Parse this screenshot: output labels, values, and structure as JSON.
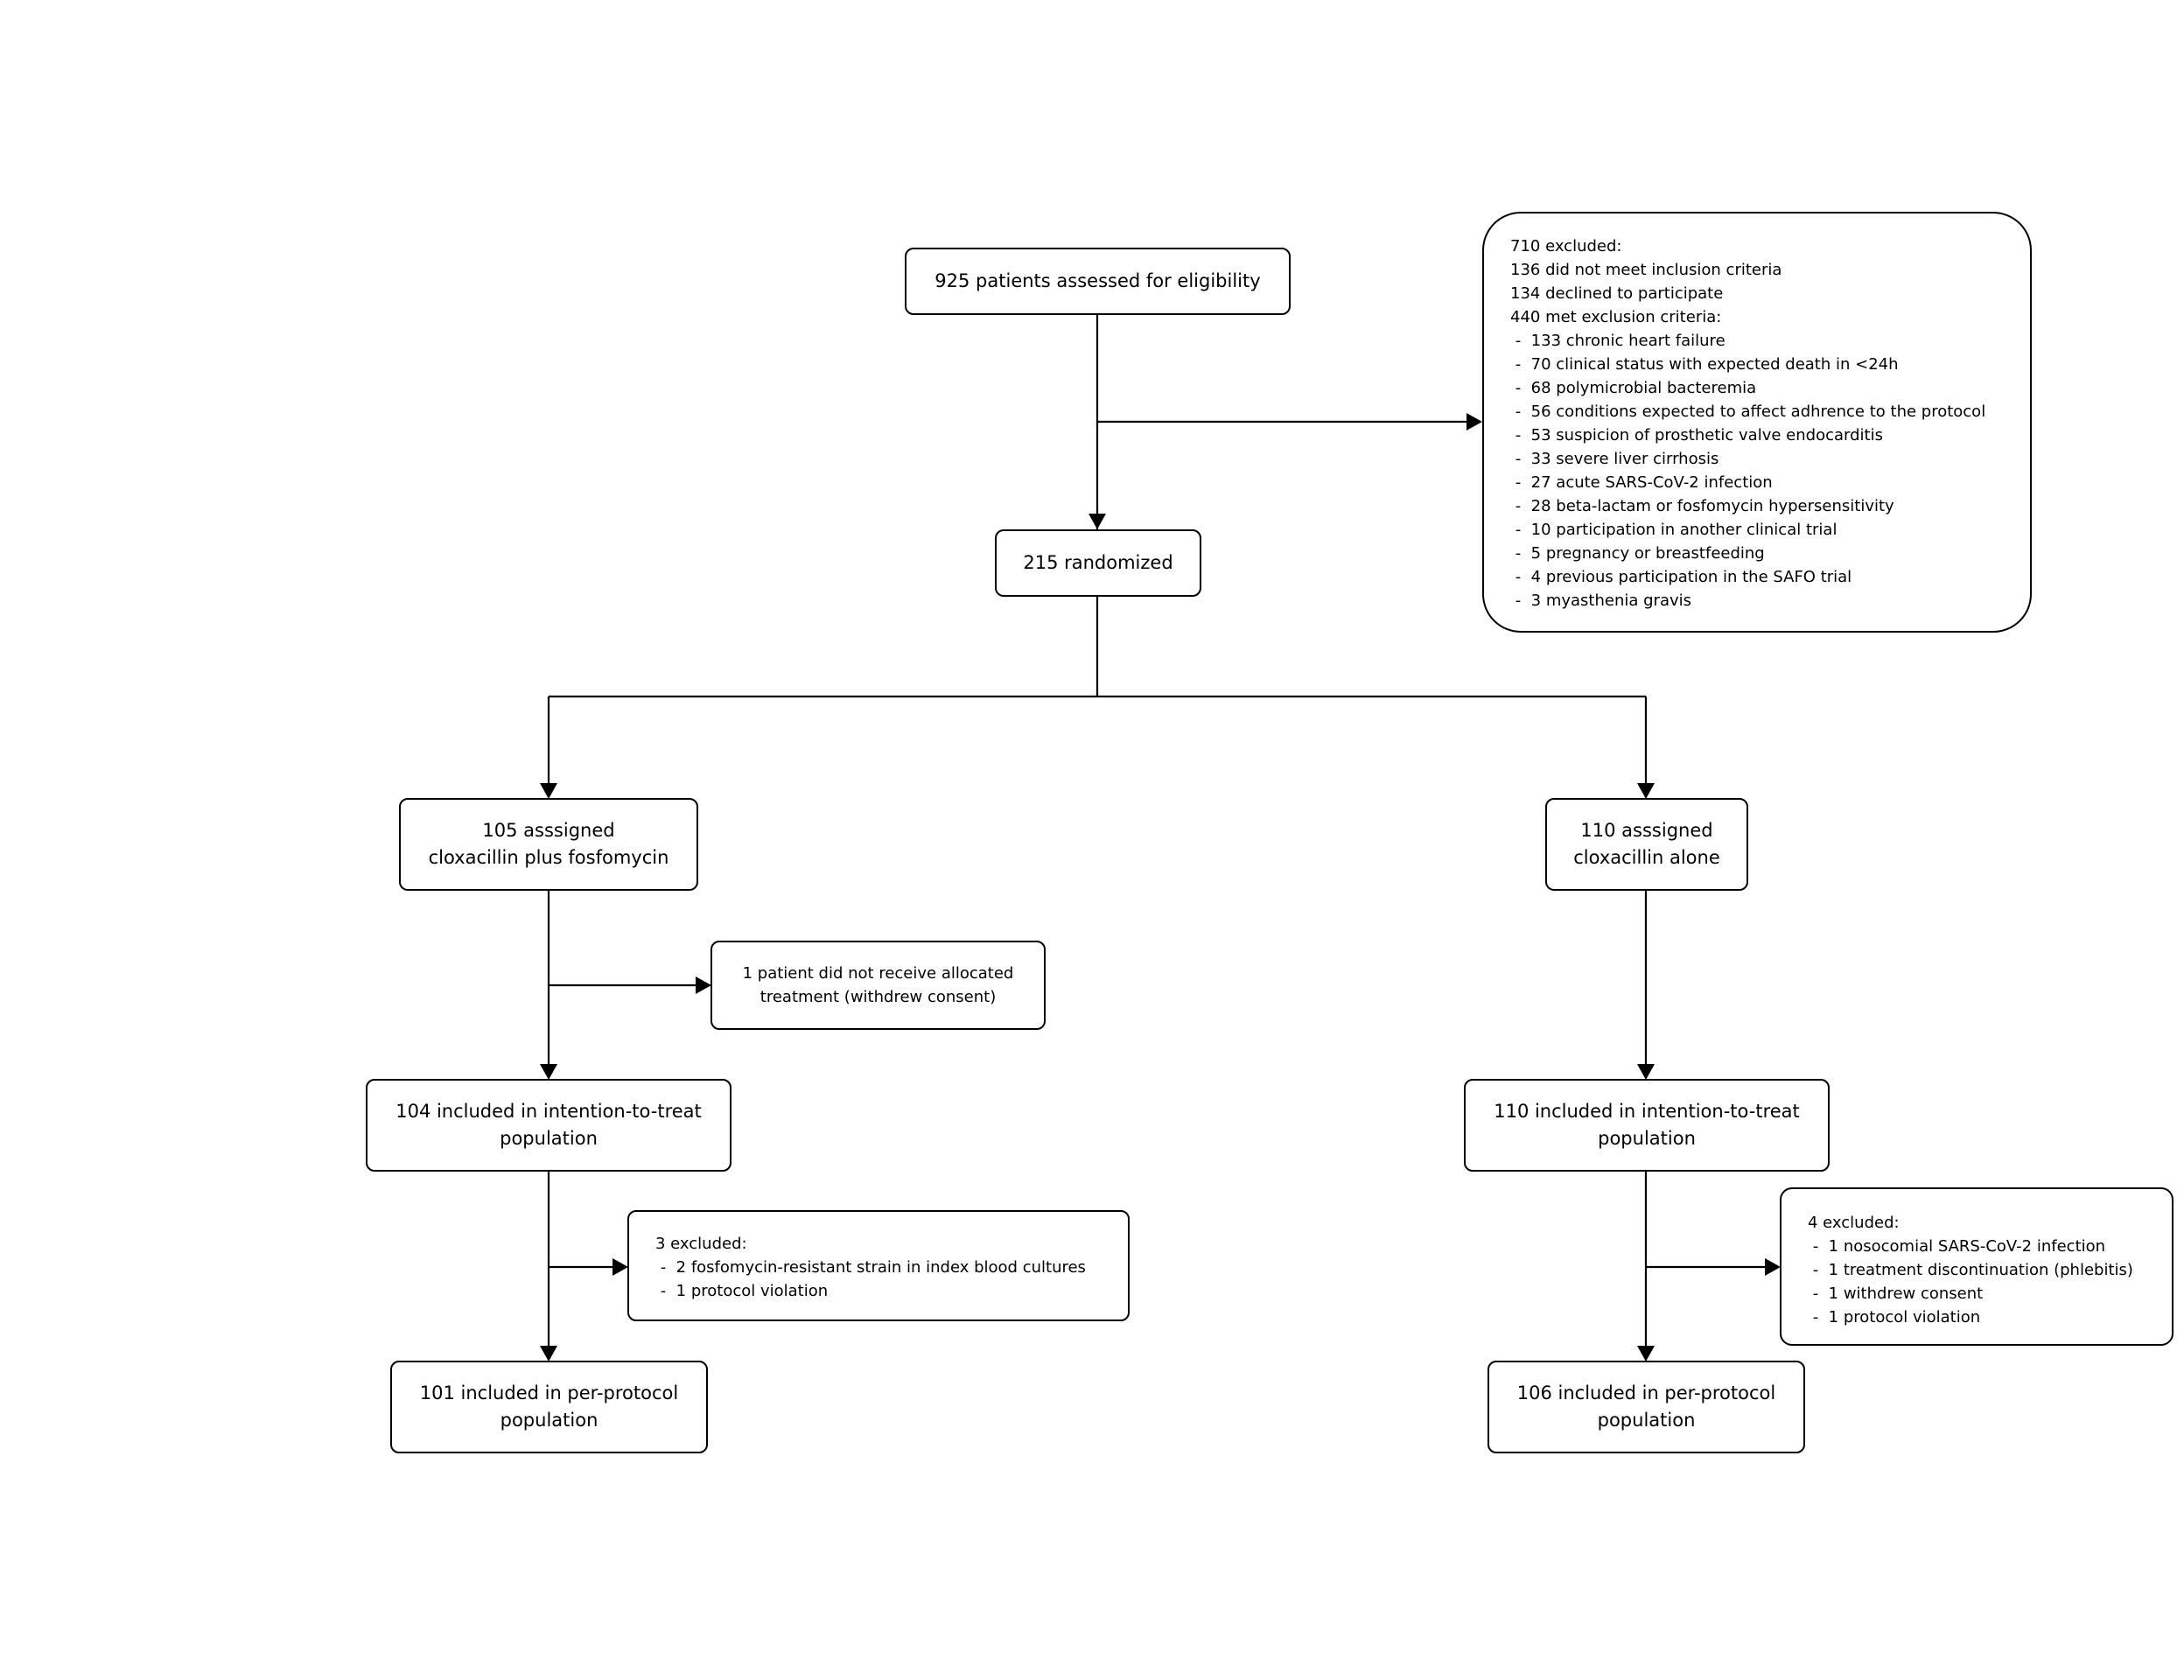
{
  "diagram": {
    "assessed": {
      "lines": [
        "925 patients assessed for eligibility"
      ]
    },
    "excluded_initial": {
      "lines": [
        "710 excluded:",
        "136 did not meet inclusion criteria",
        "134 declined to participate",
        "440 met exclusion criteria:",
        " -  133 chronic heart failure",
        " -  70 clinical status with expected death in <24h",
        " -  68 polymicrobial bacteremia",
        " -  56 conditions expected to affect adhrence to the protocol",
        " -  53 suspicion of prosthetic valve endocarditis",
        " -  33 severe liver cirrhosis",
        " -  27 acute SARS-CoV-2 infection",
        " -  28 beta-lactam or fosfomycin hypersensitivity",
        " -  10 participation in another clinical trial",
        " -  5 pregnancy or breastfeeding",
        " -  4 previous participation in the SAFO trial",
        " -  3 myasthenia gravis"
      ]
    },
    "randomized": {
      "lines": [
        "215 randomized"
      ]
    },
    "arm_combo": {
      "lines": [
        "105 asssigned",
        "cloxacillin plus fosfomycin"
      ]
    },
    "arm_alone": {
      "lines": [
        "110 asssigned",
        "cloxacillin alone"
      ]
    },
    "combo_not_received": {
      "lines": [
        "1 patient did not receive allocated",
        "treatment (withdrew consent)"
      ]
    },
    "combo_itt": {
      "lines": [
        "104 included in intention-to-treat",
        "population"
      ]
    },
    "alone_itt": {
      "lines": [
        "110 included in intention-to-treat",
        "population"
      ]
    },
    "combo_excluded": {
      "lines": [
        "3 excluded:",
        " -  2 fosfomycin-resistant strain in index blood cultures",
        " -  1 protocol violation"
      ]
    },
    "alone_excluded": {
      "lines": [
        "4 excluded:",
        " -  1 nosocomial SARS-CoV-2 infection",
        " -  1 treatment discontinuation (phlebitis)",
        " -  1 withdrew consent",
        " -  1 protocol violation"
      ]
    },
    "combo_pp": {
      "lines": [
        "101 included in per-protocol",
        "population"
      ]
    },
    "alone_pp": {
      "lines": [
        "106 included in per-protocol",
        "population"
      ]
    }
  }
}
